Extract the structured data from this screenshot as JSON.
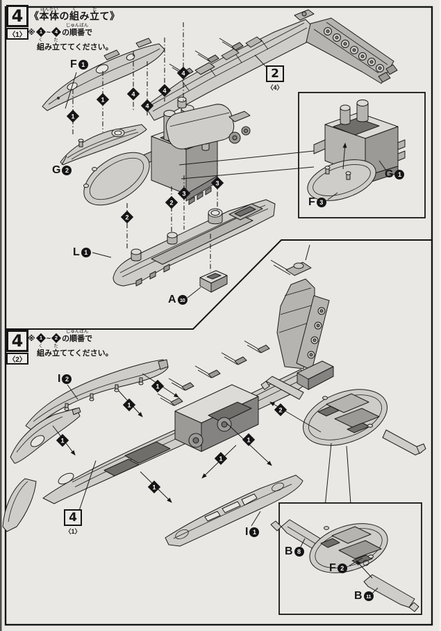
{
  "colors": {
    "paper": "#eae9e5",
    "ink": "#151515",
    "part_light": "#d4d3d0",
    "part_mid": "#b8b7b4",
    "part_dark": "#999896"
  },
  "section1": {
    "step_number": "4",
    "step_variant": "〈1〉",
    "title": {
      "open": "《",
      "word1": "本体",
      "word1_furigana": "ほんたい",
      "mid1": "の",
      "word2": "組",
      "word2_furigana": "く",
      "mid2": "み",
      "word3": "立",
      "word3_furigana": "た",
      "close": "て》"
    },
    "note": {
      "prefix": "※",
      "from": "1",
      "tilde": "~",
      "to": "4",
      "particle": "の",
      "word": "順番",
      "word_furigana": "じゅんばん",
      "suffix": "で",
      "line2_word1": "組",
      "line2_word1_furigana": "く",
      "line2_mid": "み",
      "line2_word2": "立",
      "line2_word2_furigana": "た",
      "line2_rest": "ててください。"
    },
    "assembly_ref": {
      "number": "2",
      "variant": "〈4〉"
    },
    "markers": [
      "1",
      "1",
      "4",
      "4",
      "4",
      "4",
      "2",
      "2",
      "3",
      "3"
    ],
    "part_labels": [
      {
        "letter": "F",
        "number": "1"
      },
      {
        "letter": "G",
        "number": "2"
      },
      {
        "letter": "L",
        "number": "1"
      },
      {
        "letter": "A",
        "number": "10"
      }
    ],
    "inset": {
      "part_labels": [
        {
          "letter": "G",
          "number": "1"
        },
        {
          "letter": "F",
          "number": "3"
        }
      ]
    }
  },
  "section2": {
    "step_number": "4",
    "step_variant": "〈2〉",
    "note": {
      "prefix": "※",
      "from": "1",
      "tilde": "~",
      "to": "2",
      "particle": "の",
      "word": "順番",
      "word_furigana": "じゅんばん",
      "suffix": "で",
      "line2_word1": "組",
      "line2_word1_furigana": "く",
      "line2_mid": "み",
      "line2_word2": "立",
      "line2_word2_furigana": "た",
      "line2_rest": "ててください。"
    },
    "assembly_ref": {
      "number": "4",
      "variant": "〈1〉"
    },
    "markers": [
      "1",
      "1",
      "1",
      "1",
      "1",
      "1",
      "2"
    ],
    "part_labels": [
      {
        "letter": "I",
        "number": "2"
      },
      {
        "letter": "I",
        "number": "1"
      }
    ],
    "inset": {
      "part_labels": [
        {
          "letter": "B",
          "number": "8"
        },
        {
          "letter": "F",
          "number": "2"
        },
        {
          "letter": "B",
          "number": "11"
        }
      ]
    }
  }
}
